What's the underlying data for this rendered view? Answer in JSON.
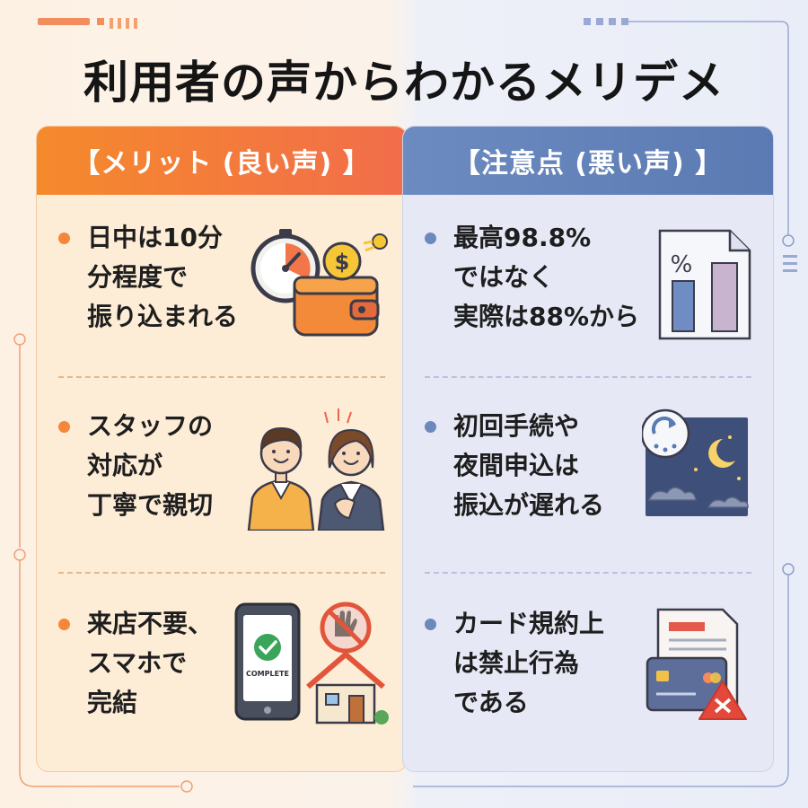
{
  "title": "利用者の声からわかるメリデメ",
  "merits": {
    "header": "【メリット (良い声) 】",
    "items": [
      {
        "lines": [
          "日中は10分",
          "分程度で",
          "振り込まれる"
        ],
        "icon": "stopwatch-wallet-icon"
      },
      {
        "lines": [
          "スタッフの",
          "対応が",
          "丁寧で親切"
        ],
        "icon": "staff-icon"
      },
      {
        "lines": [
          "来店不要、",
          "スマホで",
          "完結"
        ],
        "icon": "smartphone-no-visit-icon"
      }
    ]
  },
  "cautions": {
    "header": "【注意点 (悪い声) 】",
    "items": [
      {
        "lines": [
          "最高98.8%",
          "ではなく",
          "実際は88%から"
        ],
        "icon": "percent-chart-icon"
      },
      {
        "lines": [
          "初回手続や",
          "夜間申込は",
          "振込が遅れる"
        ],
        "icon": "night-delay-icon"
      },
      {
        "lines": [
          "カード規約上",
          "は禁止行為",
          "である"
        ],
        "icon": "card-prohibited-icon"
      }
    ]
  },
  "illustration_text": {
    "complete_label": "COMPLETE",
    "percent_symbol": "%",
    "coin_symbol": "$"
  },
  "colors": {
    "merit_accent": "#f58a2c",
    "caution_accent": "#5b7ab3"
  }
}
